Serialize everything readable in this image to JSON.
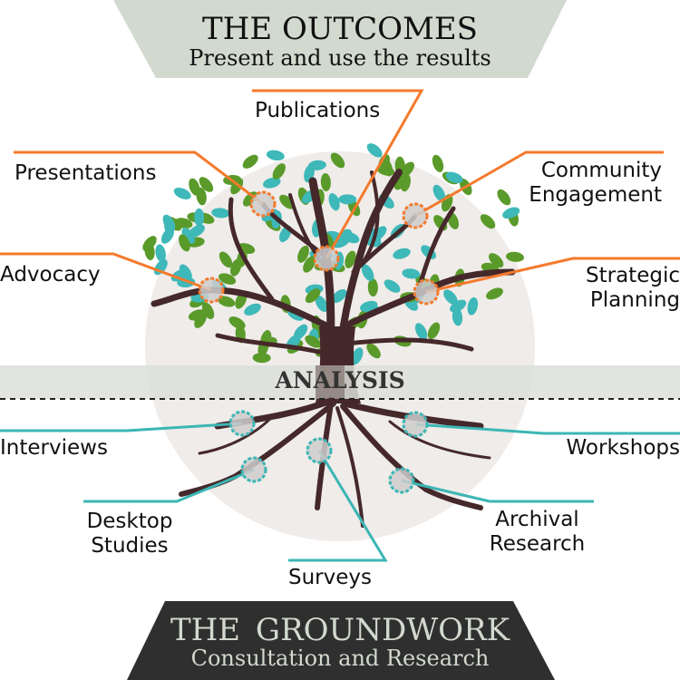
{
  "top_banner": {
    "title": "THE OUTCOMES",
    "subtitle": "Present and use the results"
  },
  "bottom_banner": {
    "title": "THE GROUNDWORK",
    "subtitle": "Consultation and Research"
  },
  "divider_label": "ANALYSIS",
  "outcomes": [
    {
      "id": "publications",
      "label": "Publications"
    },
    {
      "id": "presentations",
      "label": "Presentations"
    },
    {
      "id": "community",
      "label": "Community Engagement",
      "lines": [
        "Community",
        "Engagement"
      ]
    },
    {
      "id": "advocacy",
      "label": "Advocacy"
    },
    {
      "id": "strategic",
      "label": "Strategic Planning",
      "lines": [
        "Strategic",
        "Planning"
      ]
    }
  ],
  "groundwork": [
    {
      "id": "interviews",
      "label": "Interviews"
    },
    {
      "id": "desktop",
      "label": "Desktop Studies",
      "lines": [
        "Desktop",
        "Studies"
      ]
    },
    {
      "id": "surveys",
      "label": "Surveys"
    },
    {
      "id": "workshops",
      "label": "Workshops"
    },
    {
      "id": "archival",
      "label": "Archival Research",
      "lines": [
        "Archival",
        "Research"
      ]
    }
  ],
  "colors": {
    "outcome_accent": "#f47a2c",
    "groundwork_accent": "#3bb6b4",
    "top_banner": "#d2d9ce",
    "bottom_banner": "#2f2f2f",
    "trunk": "#45282a",
    "leaf_green": "#5a9a2a",
    "leaf_teal": "#3eb8b8",
    "circle_bg": "#efecea"
  }
}
